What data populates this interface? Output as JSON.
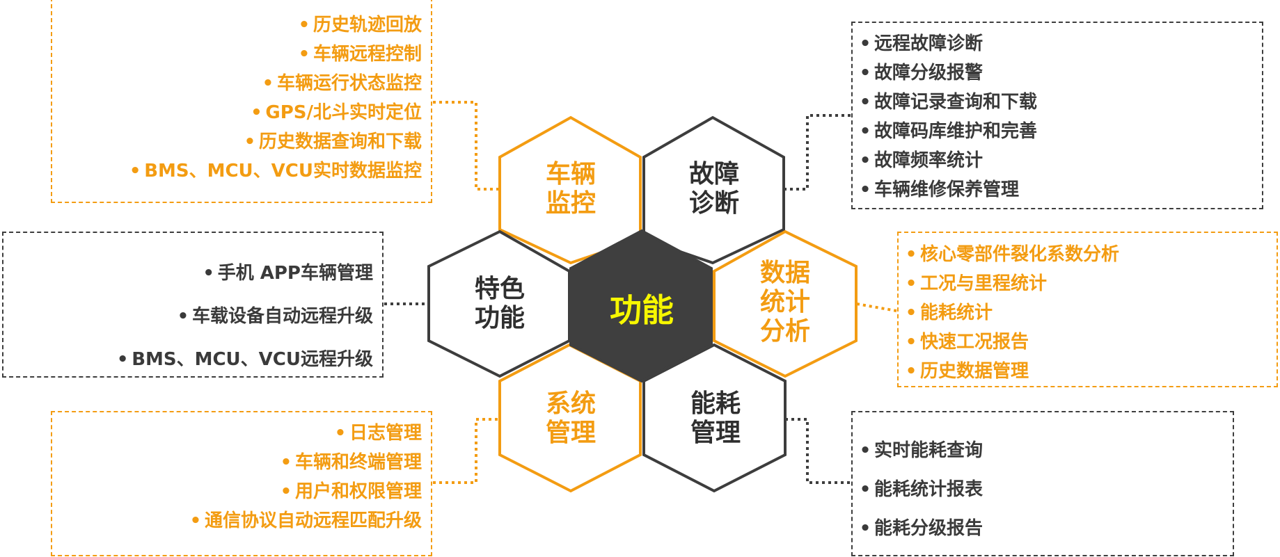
{
  "colors": {
    "orange": "#f39c12",
    "dark": "#3d3d3d",
    "center_fill": "#3f3f3f",
    "center_text": "#f7f700"
  },
  "center": {
    "label": "功能"
  },
  "hexes": {
    "vehicle_monitor": {
      "line1": "车辆",
      "line2": "监控"
    },
    "fault_diagnosis": {
      "line1": "故障",
      "line2": "诊断"
    },
    "special_function": {
      "line1": "特色",
      "line2": "功能"
    },
    "data_stats": {
      "line1": "数据",
      "line2": "统计",
      "line3": "分析"
    },
    "system_management": {
      "line1": "系统",
      "line2": "管理"
    },
    "energy_management": {
      "line1": "能耗",
      "line2": "管理"
    }
  },
  "lists": {
    "vehicle_monitor": [
      "历史轨迹回放",
      "车辆远程控制",
      "车辆运行状态监控",
      "GPS/北斗实时定位",
      "历史数据查询和下载",
      "BMS、MCU、VCU实时数据监控"
    ],
    "fault_diagnosis": [
      "远程故障诊断",
      "故障分级报警",
      "故障记录查询和下载",
      "故障码库维护和完善",
      "故障频率统计",
      "车辆维修保养管理"
    ],
    "special_function": [
      "手机 APP车辆管理",
      "车载设备自动远程升级",
      "BMS、MCU、VCU远程升级"
    ],
    "data_stats": [
      "核心零部件裂化系数分析",
      "工况与里程统计",
      "能耗统计",
      "快速工况报告",
      "历史数据管理"
    ],
    "system_management": [
      "日志管理",
      "车辆和终端管理",
      "用户和权限管理",
      "通信协议自动远程匹配升级"
    ],
    "energy_management": [
      "实时能耗查询",
      "能耗统计报表",
      "能耗分级报告"
    ]
  },
  "bullet": "•"
}
